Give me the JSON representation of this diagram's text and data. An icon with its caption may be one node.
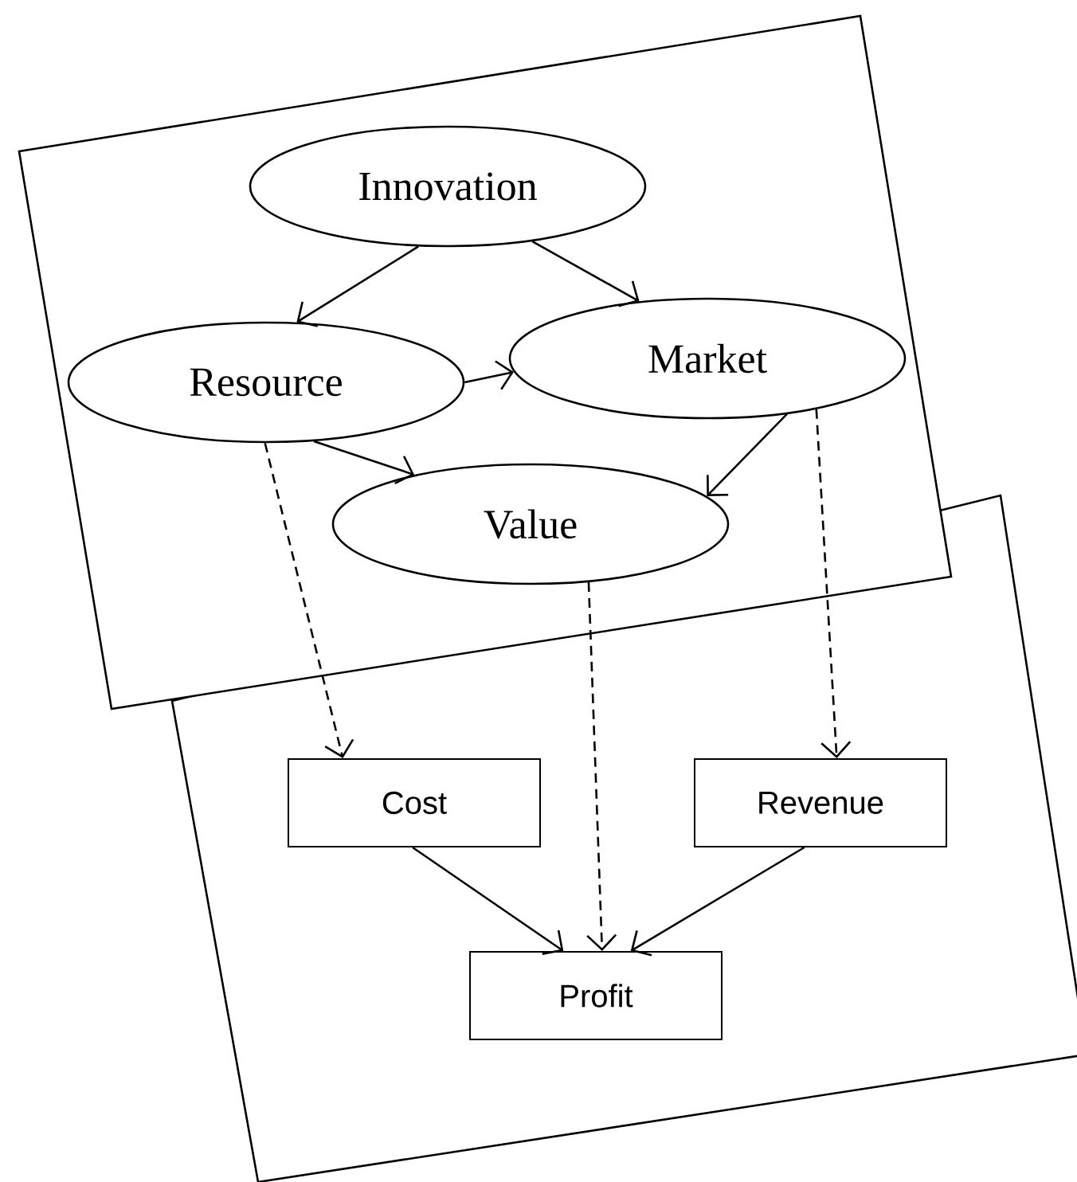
{
  "diagram": {
    "nodes": [
      {
        "text": [
          "Innovation"
        ]
      },
      {
        "text": [
          "Resource"
        ]
      },
      {
        "text": [
          "Market"
        ]
      },
      {
        "text": [
          "Value"
        ]
      },
      {
        "text": [
          "Cost"
        ]
      },
      {
        "text": [
          "Revenue"
        ]
      },
      {
        "text": [
          "Profit"
        ]
      }
    ],
    "edges": [
      {
        "from": 0,
        "to": 1,
        "arrow": "to"
      },
      {
        "from": 0,
        "to": 2,
        "arrow": "to"
      },
      {
        "from": 1,
        "to": 2,
        "arrow": "to"
      },
      {
        "from": 1,
        "to": 3,
        "arrow": "to"
      },
      {
        "from": 2,
        "to": 3,
        "arrow": "to"
      },
      {
        "from": 1,
        "to": 4,
        "arrow": "to",
        "style": "dashed"
      },
      {
        "from": 3,
        "to": 6,
        "arrow": "to",
        "style": "dashed"
      },
      {
        "from": 2,
        "to": 5,
        "arrow": "to",
        "style": "dashed"
      },
      {
        "from": 4,
        "to": 6,
        "arrow": "to"
      },
      {
        "from": 5,
        "to": 6,
        "arrow": "to"
      }
    ]
  }
}
